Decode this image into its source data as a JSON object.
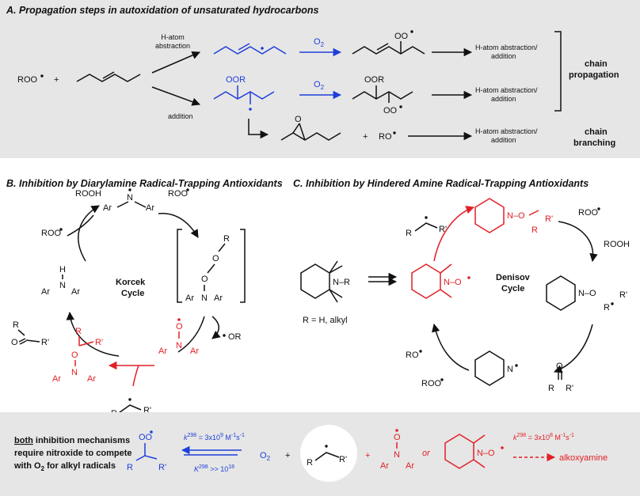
{
  "colors": {
    "panel_bg": "#e6e6e6",
    "blue": "#1f3fd9",
    "red": "#e21f26",
    "ink": "#111111"
  },
  "panel_a": {
    "title": "A. Propagation steps in autoxidation of unsaturated hydrocarbons",
    "reactant_roo": "ROO",
    "plus": "+",
    "h_atom_abstraction": "H-atom",
    "h_atom_abstraction_2": "abstraction",
    "addition": "addition",
    "o2": "O",
    "o2_sub": "2",
    "oo_radical": "OO",
    "oor": "OOR",
    "ro_radical": "RO",
    "next_step_1": "H-atom abstraction/",
    "next_step_2": "addition",
    "chain": "chain",
    "propagation": "propagation",
    "branching": "branching"
  },
  "panel_b": {
    "title": "B. Inhibition by Diarylamine Radical-Trapping Antioxidants",
    "cycle_name_1": "Korcek",
    "cycle_name_2": "Cycle",
    "rooh": "ROOH",
    "roo": "ROO",
    "ar": "Ar",
    "n": "N",
    "h": "H",
    "o": "O",
    "r": "R",
    "r_prime": "R'",
    "or_radical": "OR"
  },
  "panel_c": {
    "title": "C. Inhibition by Hindered Amine Radical-Trapping Antioxidants",
    "cycle_name_1": "Denisov",
    "cycle_name_2": "Cycle",
    "r_condition": "R = H, alkyl",
    "rooh": "ROOH",
    "roo": "ROO",
    "ro": "RO",
    "n_r": "N–R",
    "n_o": "N–O",
    "n_o_link": "N–O",
    "n": "N",
    "o": "O",
    "r": "R",
    "r_prime": "R'"
  },
  "panel_d": {
    "both": "both",
    "line1_rest": " inhibition mechanisms",
    "line2": "require nitroxide to compete",
    "line3": "with O",
    "line3_sub": "2",
    "line3_rest": " for alkyl radicals",
    "k_forward": "k",
    "k_forward_sup": "298",
    "k_forward_val": " = 3x10",
    "k_forward_exp": "9",
    "k_forward_units": " M",
    "k_forward_units_exp": "-1",
    "k_forward_units2": "s",
    "k_forward_units2_exp": "-1",
    "k_eq": "K",
    "k_eq_sup": "298",
    "k_eq_val": " >> 10",
    "k_eq_exp": "18",
    "k_trap": "k",
    "k_trap_sup": "298",
    "k_trap_val": " = 3x10",
    "k_trap_exp": "8",
    "k_trap_units": " M",
    "k_trap_units_exp": "-1",
    "k_trap_units2": "s",
    "k_trap_units2_exp": "-1",
    "o2": "O",
    "o2_sub": "2",
    "plus": "+",
    "or": "or",
    "ar": "Ar",
    "n": "N",
    "o": "O",
    "r": "R",
    "r_prime": "R'",
    "oo": "OO",
    "n_o": "N–O",
    "product": "alkoxyamine"
  }
}
